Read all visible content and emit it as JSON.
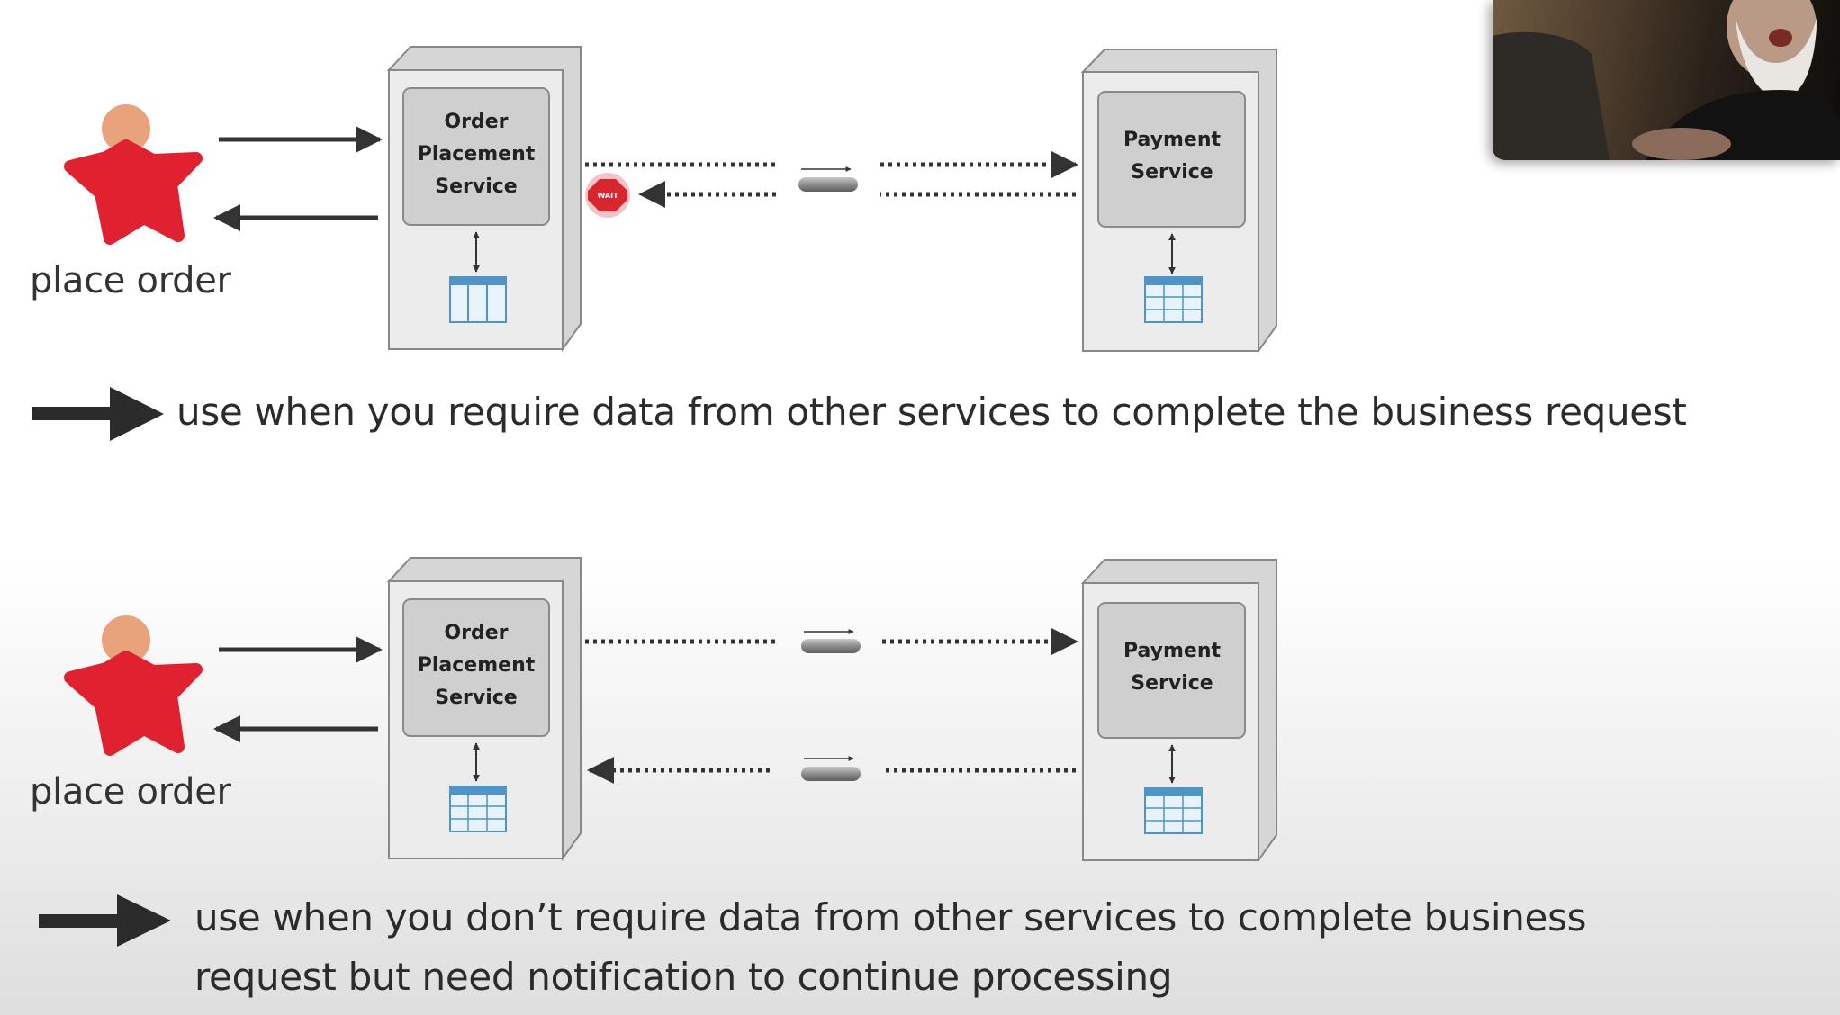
{
  "diagrams": [
    {
      "actor_label": "place order",
      "order_service": [
        "Order",
        "Placement",
        "Service"
      ],
      "payment_service": [
        "Payment",
        "Service"
      ],
      "stop_sign_text": "WAIT",
      "caption_lines": [
        "use when you require data from other services to complete the business request"
      ]
    },
    {
      "actor_label": "place order",
      "order_service": [
        "Order",
        "Placement",
        "Service"
      ],
      "payment_service": [
        "Payment",
        "Service"
      ],
      "caption_lines": [
        "use when you don’t require data from other services to complete business",
        "request but need notification to continue processing"
      ]
    }
  ],
  "colors": {
    "actor_body": "#e0212f",
    "actor_head": "#e8a27c",
    "server_face": "#ececec",
    "service_panel": "#cfcfcf",
    "database": "#4f94c7",
    "arrow": "#333333",
    "stop_sign": "#d8262f"
  },
  "icons": [
    "person-icon",
    "server-icon",
    "database-icon",
    "message-queue-icon",
    "stop-sign-icon",
    "bullet-arrow-icon"
  ]
}
